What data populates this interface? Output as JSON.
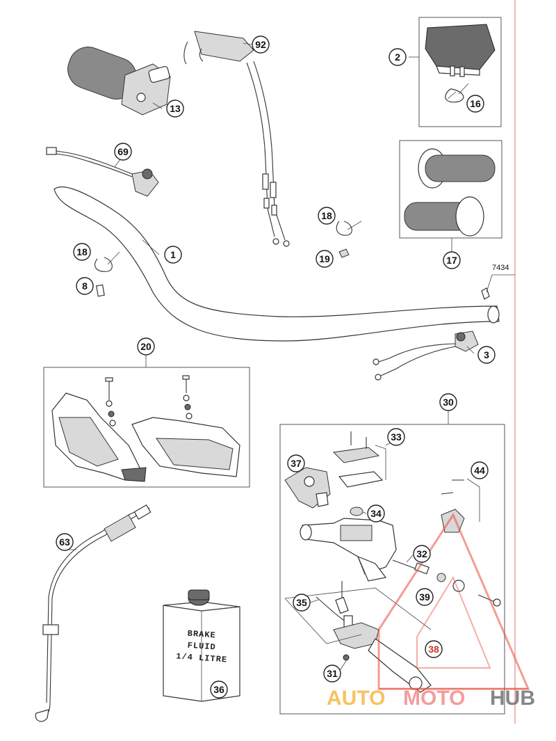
{
  "callouts": {
    "c1": "1",
    "c2": "2",
    "c3": "3",
    "c8": "8",
    "c13": "13",
    "c16": "16",
    "c17": "17",
    "c18a": "18",
    "c18b": "18",
    "c19": "19",
    "c20": "20",
    "c30": "30",
    "c31": "31",
    "c32": "32",
    "c33": "33",
    "c34": "34",
    "c35": "35",
    "c36": "36",
    "c37": "37",
    "c38": "38",
    "c39": "39",
    "c44": "44",
    "c63": "63",
    "c69": "69",
    "c92": "92"
  },
  "reference_code": "7434",
  "brake_fluid_can": {
    "line1": "BRAKE",
    "line2": "FLUID",
    "line3": "1/4 LITRE"
  },
  "watermark": {
    "part1": "AUTO",
    "part2": "MOTO",
    "part3": "HUB",
    "colors": {
      "auto": "#f5b942",
      "moto": "#f28c8c",
      "hub": "#7a7a7a",
      "triangle": "#e74c3c"
    }
  }
}
